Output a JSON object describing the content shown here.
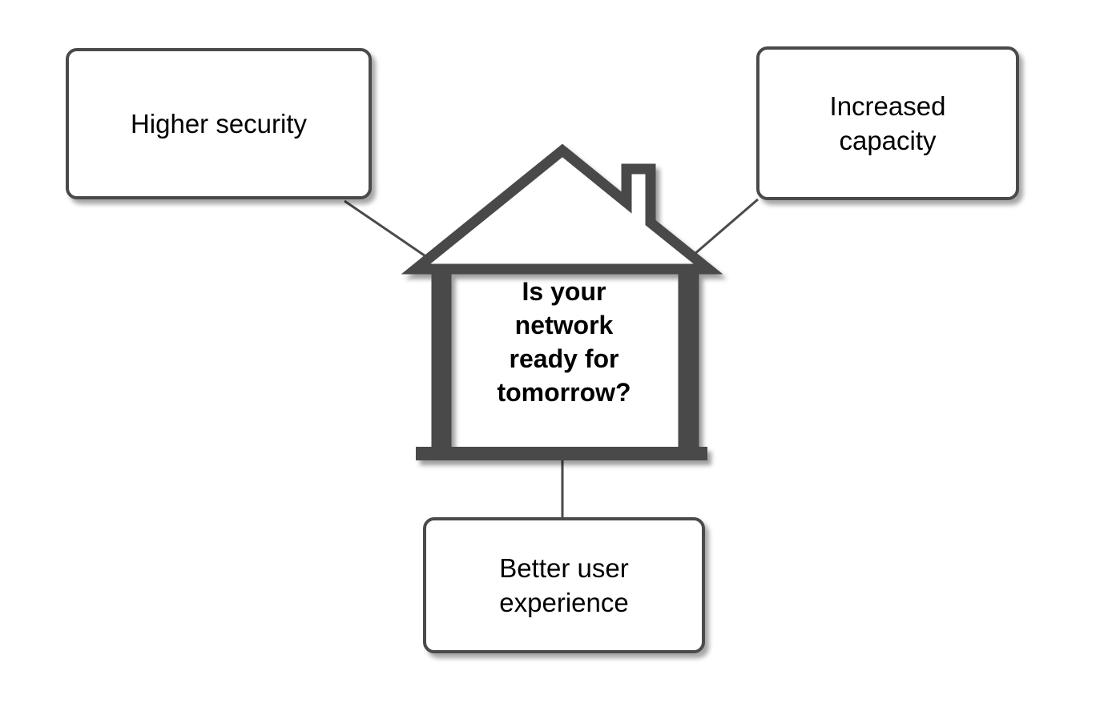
{
  "diagram": {
    "type": "hub-and-spoke",
    "title": "Is your network ready for tomorrow?",
    "background_color": "#ffffff",
    "stroke_color": "#4a4a4a",
    "text_color": "#000000",
    "shadow_color": "#9a9a9a",
    "center": {
      "shape": "house-icon",
      "name": "house-outline",
      "label": "Is your\nnetwork\nready for\ntomorrow?",
      "has_chimney": true
    },
    "nodes": [
      {
        "id": "higher-security",
        "label": "Higher security",
        "position": "top-left",
        "connects_to": "house-left-eave"
      },
      {
        "id": "increased-capacity",
        "label": "Increased\ncapacity",
        "position": "top-right",
        "connects_to": "house-right-eave"
      },
      {
        "id": "better-user-experience",
        "label": "Better user\nexperience",
        "position": "bottom-center",
        "connects_to": "house-base"
      }
    ],
    "connectors": [
      {
        "id": "connector-left",
        "from": "higher-security",
        "to": "house"
      },
      {
        "id": "connector-right",
        "from": "increased-capacity",
        "to": "house"
      },
      {
        "id": "connector-bottom",
        "from": "house",
        "to": "better-user-experience"
      }
    ]
  }
}
